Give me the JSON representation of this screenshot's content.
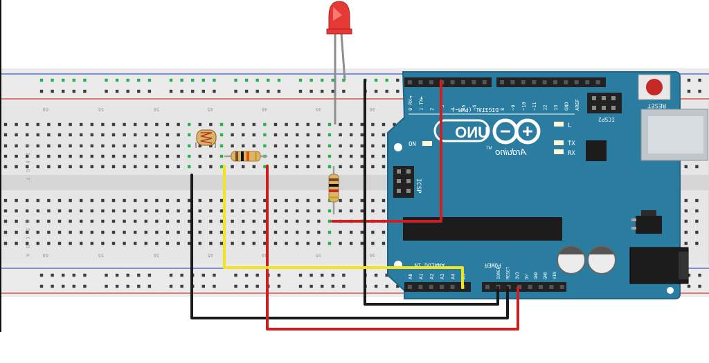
{
  "breadboard": {
    "column_labels_top": [
      "60",
      "55",
      "50",
      "45",
      "40",
      "35",
      "30"
    ],
    "column_labels_bottom": [
      "60",
      "55",
      "50",
      "45",
      "40",
      "35",
      "30"
    ],
    "row_labels_top": "JIHGF",
    "row_labels_bottom": "EDCBA",
    "body_color": "#e6e6e6",
    "rail_red": "#d9534f",
    "rail_blue": "#5b6fd6",
    "hole_color": "#3d3d3d",
    "active_hole_color": "#27b34a"
  },
  "arduino": {
    "board_color": "#2a7ca0",
    "model": "UNO",
    "brand": "Arduino",
    "trademark": "TM",
    "digital_header_label": "DIGITAL (PWM~)",
    "analog_header_label": "ANALOG IN",
    "power_header_label": "POWER",
    "reset_label": "RESET",
    "icsp_label": "ICSP",
    "icsp2_label": "ICSP2",
    "on_label": "ON",
    "l_label": "L",
    "tx_label": "TX",
    "rx_label": "RX",
    "digital_pins": [
      "0 RX◄",
      "1 TX►",
      "2",
      "~3",
      "4",
      "~5",
      "~6",
      "7",
      "8",
      "~9",
      "~10",
      "~11",
      "12",
      "13",
      "GND",
      "AREF"
    ],
    "analog_pins": [
      "A0",
      "A1",
      "A2",
      "A3",
      "A4",
      "A5"
    ],
    "power_pins": [
      "IOREF",
      "RESET",
      "3V3",
      "5V",
      "GND",
      "GND",
      "VIN"
    ]
  },
  "wires": {
    "red": "#cc1f1f",
    "black": "#1a1a1a",
    "yellow": "#f2e51d"
  },
  "components": {
    "led_color": "#e53935",
    "resistor_body": "#d9b46a"
  }
}
